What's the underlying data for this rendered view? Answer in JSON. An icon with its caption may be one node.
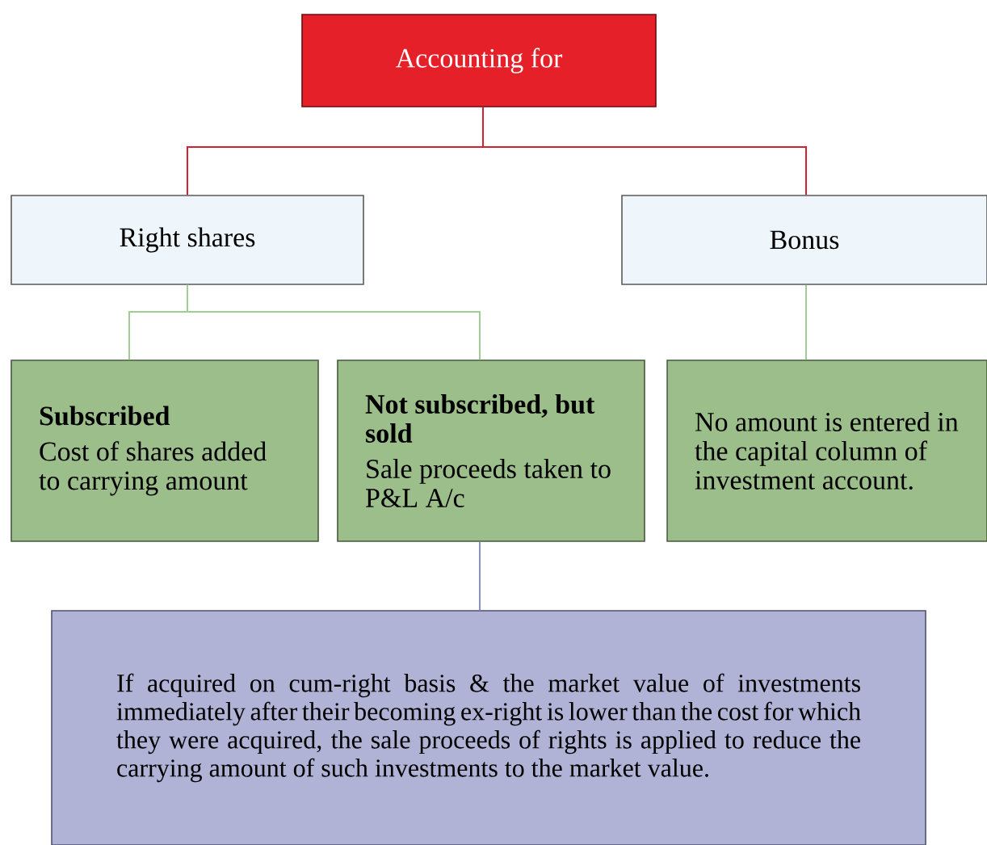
{
  "diagram": {
    "nodes": [
      {
        "text": [
          "Accounting for"
        ]
      },
      {
        "text": [
          "Right shares"
        ]
      },
      {
        "text": [
          "Bonus"
        ]
      },
      {
        "text": [
          "Subscribed",
          "Cost of shares added to carrying amount"
        ]
      },
      {
        "text": [
          "Not subscribed, but sold",
          "Sale proceeds taken to P&L A/c"
        ]
      },
      {
        "text": [
          "No amount is entered in the capital column of investment account."
        ]
      },
      {
        "text": [
          "If acquired on cum-right basis & the market value of investments immediately after their becoming ex-right is lower than the cost for which they were acquired, the sale proceeds of rights is applied to reduce the carrying amount of such investments to the market value."
        ]
      }
    ],
    "edges": [
      {
        "from": 0,
        "to": 1,
        "arrow": "none",
        "color": "#d42030"
      },
      {
        "from": 0,
        "to": 2,
        "arrow": "none",
        "color": "#d42030"
      },
      {
        "from": 1,
        "to": 3,
        "arrow": "none"
      },
      {
        "from": 1,
        "to": 4,
        "arrow": "none"
      },
      {
        "from": 2,
        "to": 5,
        "arrow": "none"
      },
      {
        "from": 4,
        "to": 6,
        "arrow": "none",
        "color": "#8890d0"
      }
    ]
  }
}
